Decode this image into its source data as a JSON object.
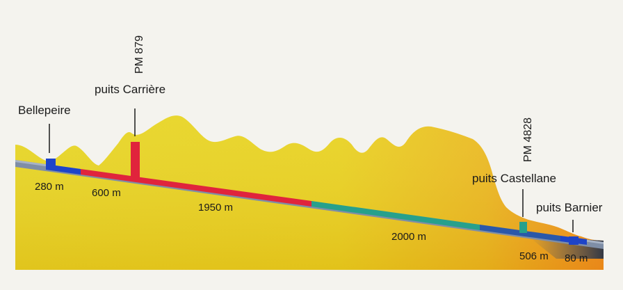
{
  "colors": {
    "background": "#f4f3ee",
    "terrain_yellow": "#e8d21c",
    "terrain_deep_orange": "#f08a1a",
    "tunnel_grey": "#7f8ea6",
    "segment_blue": "#1e44c8",
    "segment_red": "#e0243c",
    "segment_teal": "#27a08c",
    "ground_surface": "#c9c98a"
  },
  "labels": {
    "bellepeire": "Bellepeire",
    "puits_carriere": "puits Carrière",
    "pm_879": "PM 879",
    "pm_4828": "PM 4828",
    "puits_castellane": "puits Castellane",
    "puits_barnier": "puits Barnier"
  },
  "segments": {
    "s280": "280 m",
    "s600": "600 m",
    "s1950": "1950 m",
    "s2000": "2000 m",
    "s506": "506 m",
    "s80": "80 m"
  }
}
